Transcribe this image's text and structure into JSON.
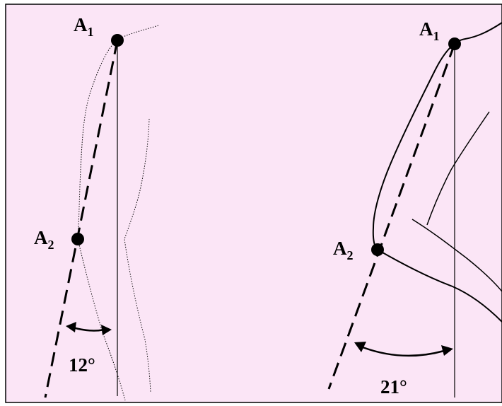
{
  "colors": {
    "panel_background": "#fbe5f6",
    "panel_border": "#000000",
    "ink": "#000000",
    "page_background": "#ffffff"
  },
  "left_panel": {
    "point_top": {
      "letter": "A",
      "subscript": "1"
    },
    "point_bottom": {
      "letter": "A",
      "subscript": "2"
    },
    "angle_label": "12°"
  },
  "right_panel": {
    "point_top": {
      "letter": "A",
      "subscript": "1"
    },
    "point_bottom": {
      "letter": "A",
      "subscript": "2"
    },
    "angle_label": "21°"
  }
}
